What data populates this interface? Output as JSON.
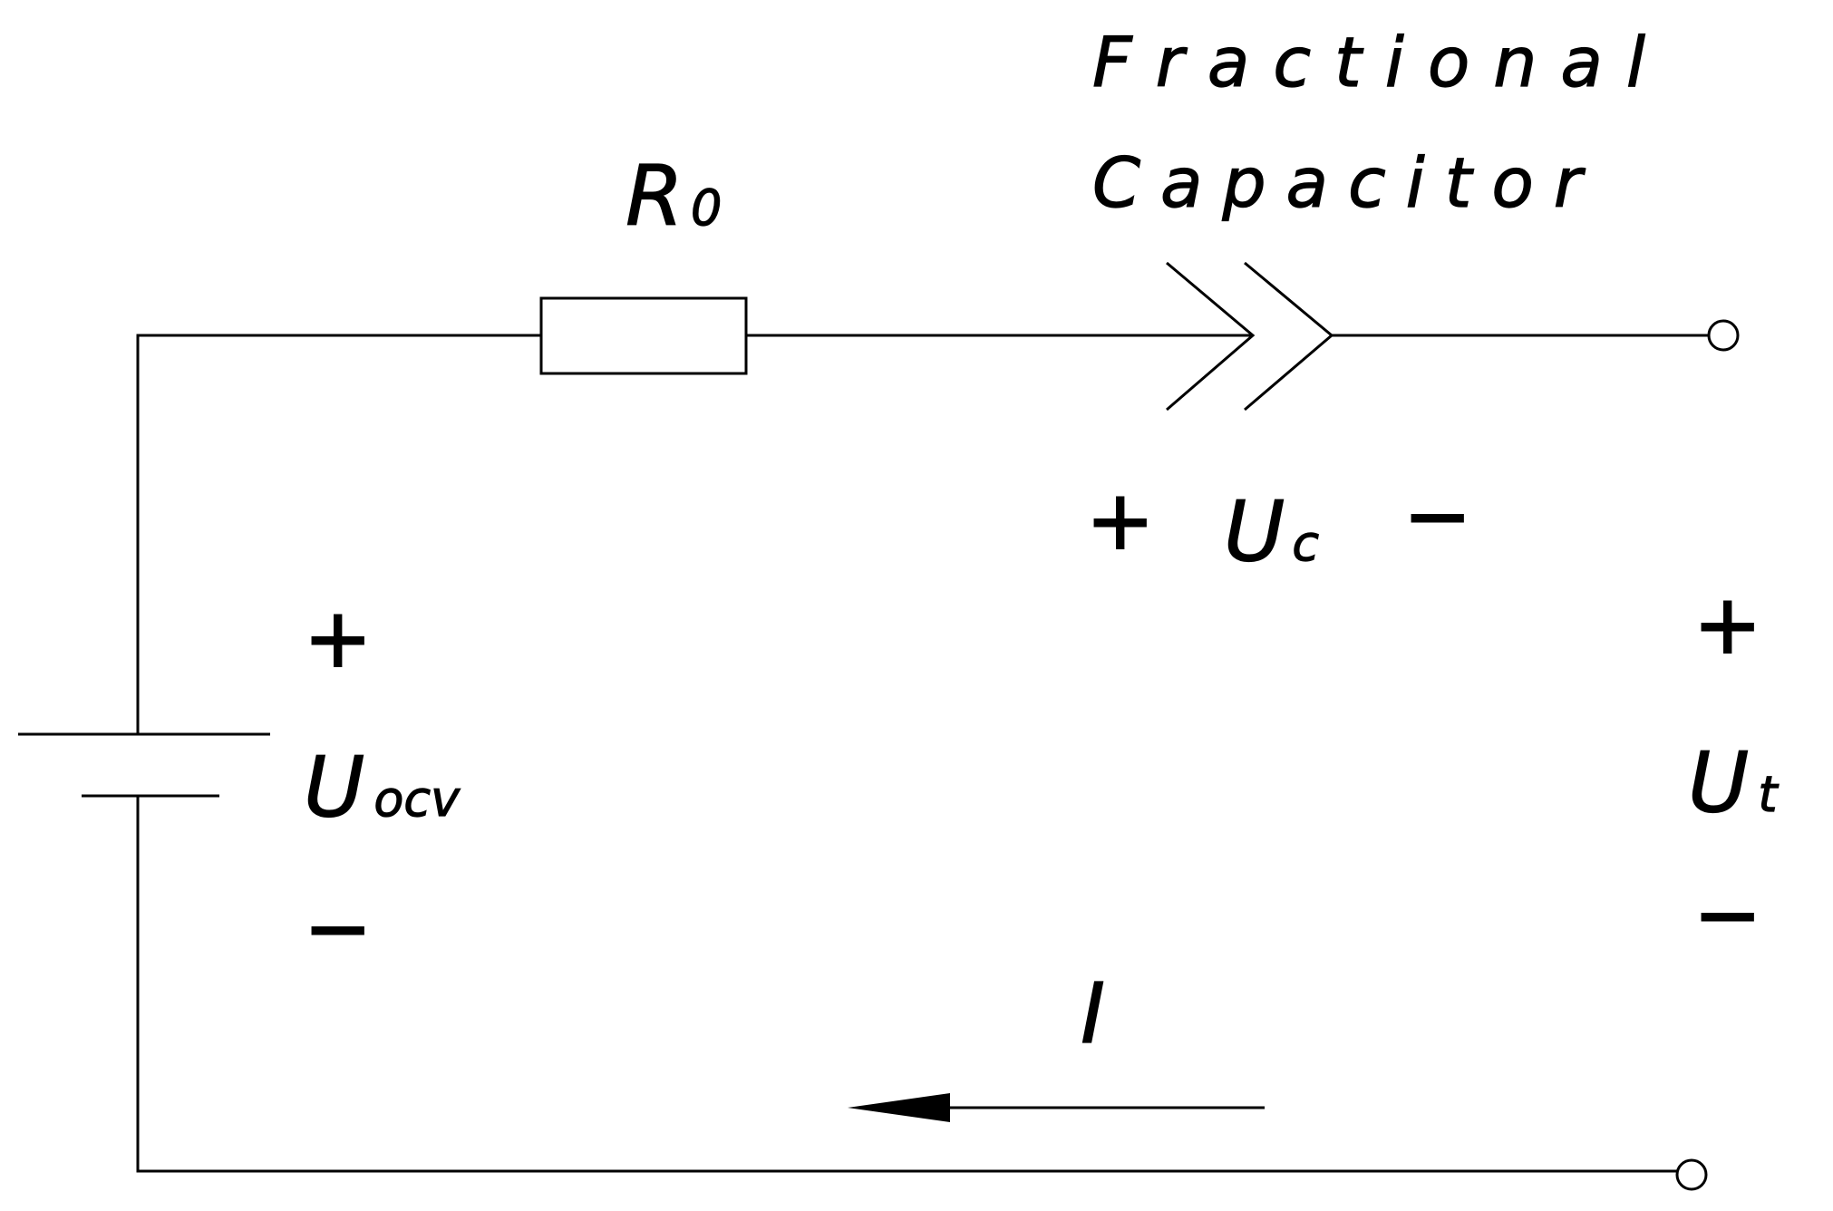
{
  "resistor": {
    "symbol": "R",
    "subscript": "0"
  },
  "capacitor": {
    "line1": "Fractional",
    "line2": "Capacitor"
  },
  "capacitor_voltage": {
    "plus": "+",
    "symbol": "U",
    "subscript": "c",
    "minus": "−"
  },
  "source_voltage": {
    "plus": "+",
    "symbol": "U",
    "subscript": "ocv",
    "minus": "−"
  },
  "terminal_voltage": {
    "plus": "+",
    "symbol": "U",
    "subscript": "t",
    "minus": "−"
  },
  "current": {
    "symbol": "I"
  }
}
